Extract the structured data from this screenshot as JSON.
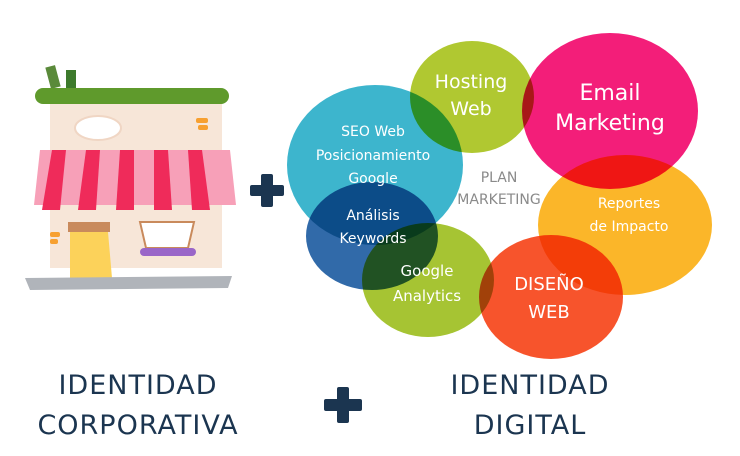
{
  "center_label": {
    "line1": "PLAN",
    "line2": "MARKETING"
  },
  "bubbles": [
    {
      "id": "hosting",
      "lines": [
        "Hosting",
        "Web"
      ],
      "color": "#a8c21a"
    },
    {
      "id": "email",
      "lines": [
        "Email",
        "Marketing"
      ],
      "color": "#f20a6e"
    },
    {
      "id": "seo",
      "lines": [
        "SEO Web",
        "Posicionamiento",
        "Google"
      ],
      "color": "#1aa8c4"
    },
    {
      "id": "analisis",
      "lines": [
        "Análisis",
        "Keywords"
      ],
      "color": "#1a5aa0"
    },
    {
      "id": "analytics",
      "lines": [
        "Google",
        "Analytics"
      ],
      "color": "#9cbe1c"
    },
    {
      "id": "reportes",
      "lines": [
        "Reportes",
        "de Impacto"
      ],
      "color": "#fbb016"
    },
    {
      "id": "diseno",
      "lines": [
        "DISEÑO",
        "WEB"
      ],
      "color": "#f7451a"
    }
  ],
  "captions": {
    "left": {
      "line1": "IDENTIDAD",
      "line2": "CORPORATIVA"
    },
    "right": {
      "line1": "IDENTIDAD",
      "line2": "DIGITAL"
    }
  },
  "colors": {
    "navy": "#1b3550"
  }
}
